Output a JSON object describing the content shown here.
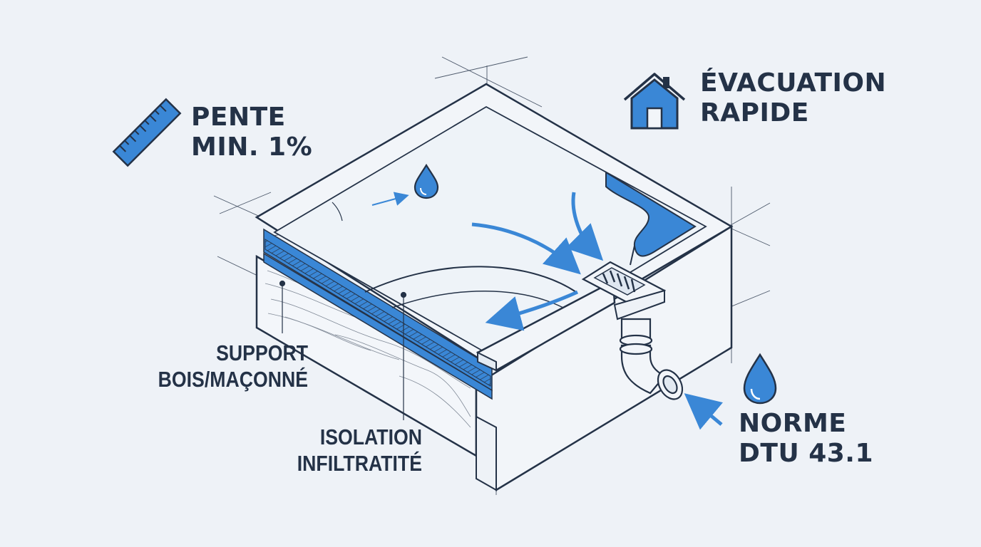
{
  "labels": {
    "pente": [
      "PENTE",
      "MIN. 1%"
    ],
    "evacuation": [
      "ÉVACUATION",
      "RAPIDE"
    ],
    "norme": [
      "NORME",
      "DTU 43.1"
    ],
    "support": [
      "SUPPORT",
      "BOIS/MAÇONNÉ"
    ],
    "isolation": [
      "ISOLATION",
      "INFILTRATITÉ"
    ]
  },
  "icons": {
    "pente": "ruler-icon",
    "evacuation": "house-icon",
    "norme": "water-drop-icon",
    "slope": "water-drop-icon"
  },
  "colors": {
    "background": "#eef2f7",
    "line": "#243247",
    "accent": "#2f7fcf",
    "accent_light": "#4a93dd",
    "face": "#f2f5f9"
  }
}
